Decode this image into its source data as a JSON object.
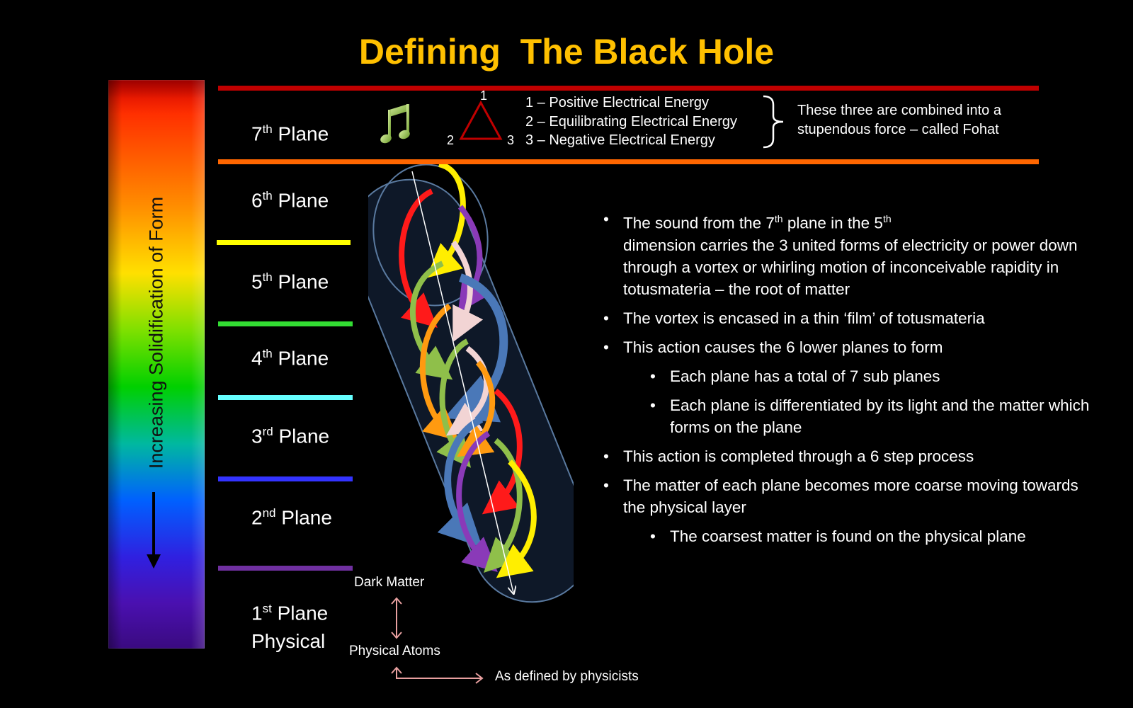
{
  "title": "Defining  The Black Hole",
  "spectrum_label": "Increasing Solidification of Form",
  "planes": [
    {
      "num": "7",
      "suffix": "th",
      "label": "Plane"
    },
    {
      "num": "6",
      "suffix": "th",
      "label": "Plane"
    },
    {
      "num": "5",
      "suffix": "th",
      "label": "Plane"
    },
    {
      "num": "4",
      "suffix": "th",
      "label": "Plane"
    },
    {
      "num": "3",
      "suffix": "rd",
      "label": "Plane"
    },
    {
      "num": "2",
      "suffix": "nd",
      "label": "Plane"
    },
    {
      "num": "1",
      "suffix": "st",
      "label": "Plane",
      "sublabel": "Physical"
    }
  ],
  "triangle_numbers": [
    "1",
    "2",
    "3"
  ],
  "energies": [
    "1 – Positive Electrical Energy",
    "2 – Equilibrating Electrical Energy",
    "3 – Negative Electrical Energy"
  ],
  "combined_text": [
    "These three are combined into a",
    "stupendous force – called Fohat"
  ],
  "bullets": {
    "b1_a": "The sound from the 7",
    "b1_sup1": "th",
    "b1_b": " plane in the 5",
    "b1_sup2": "th",
    "b1_c": " dimension carries the 3 united forms of electricity or power down through a vortex or whirling motion of inconceivable rapidity in totusmateria – the root of matter",
    "b2": "The vortex is encased  in a thin ‘film’ of totusmateria",
    "b3": "This action causes the 6 lower planes to form",
    "b3_s1": "Each plane has a total of 7 sub planes",
    "b3_s2": "Each plane is differentiated by its light and the matter which forms on the plane",
    "b4": "This action is completed through a 6 step process",
    "b5": "The matter of each plane becomes more coarse moving towards the physical layer",
    "b5_s1": "The coarsest matter is found on the physical plane"
  },
  "labels": {
    "dark_matter": "Dark Matter",
    "physical_atoms": "Physical Atoms",
    "physicists": "As defined by physicists"
  },
  "colors": {
    "title": "#FFC000",
    "line_7th": "#C00000",
    "line_6th": "#FF6600",
    "line_5th": "#FFFF00",
    "line_4th": "#33DD33",
    "line_3rd": "#66FFFF",
    "line_2nd": "#3333FF",
    "line_1st": "#7030A0"
  }
}
